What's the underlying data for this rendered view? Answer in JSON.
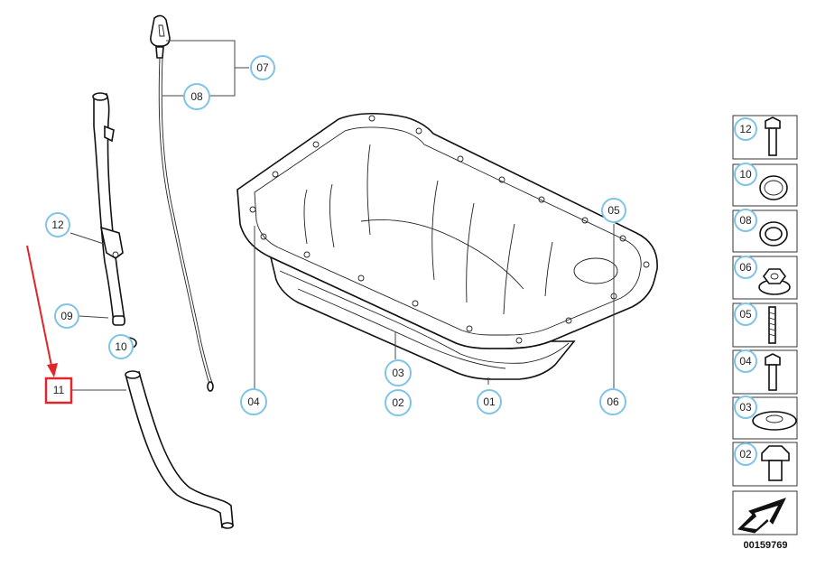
{
  "callouts": {
    "c07": "07",
    "c08": "08",
    "c12": "12",
    "c09": "09",
    "c10": "10",
    "c11": "11",
    "c04": "04",
    "c03": "03",
    "c02": "02",
    "c01": "01",
    "c05": "05",
    "c06": "06"
  },
  "legend": [
    {
      "label": "12",
      "part": "bolt-long"
    },
    {
      "label": "10",
      "part": "o-ring"
    },
    {
      "label": "08",
      "part": "o-ring-thick"
    },
    {
      "label": "06",
      "part": "flange-nut"
    },
    {
      "label": "05",
      "part": "stud"
    },
    {
      "label": "04",
      "part": "bolt-medium"
    },
    {
      "label": "03",
      "part": "washer"
    },
    {
      "label": "02",
      "part": "drain-bolt"
    }
  ],
  "catalog_number": "00159769",
  "colors": {
    "callout_ring": "#7fc4e6",
    "highlight": "#e0262b"
  }
}
